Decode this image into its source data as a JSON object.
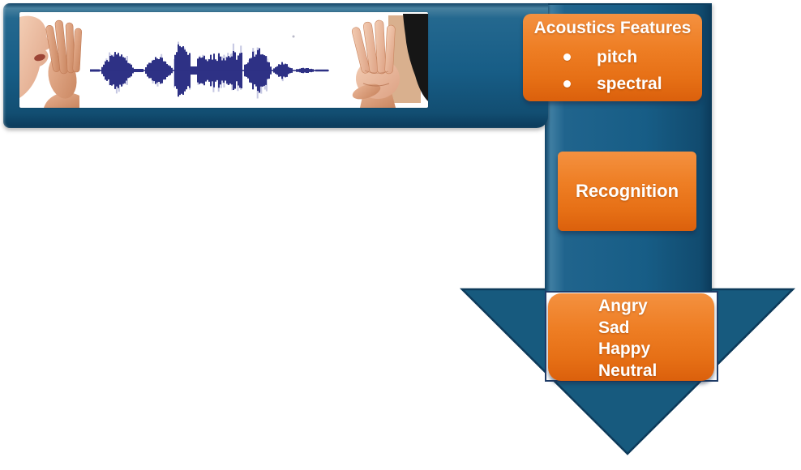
{
  "diagram": {
    "speech_panel": {
      "icons": [
        "speaking-person",
        "audio-waveform",
        "hand-to-ear"
      ]
    },
    "acoustics_box": {
      "title": "Acoustics Features",
      "bullets": [
        "pitch",
        "spectral"
      ]
    },
    "recognition_box": {
      "label": "Recognition"
    },
    "emotions_box": {
      "items": [
        "Angry",
        "Sad",
        "Happy",
        "Neutral"
      ]
    },
    "colors": {
      "flow_blue": "#175D86",
      "arrow_blue": "#175A7E",
      "box_orange": "#EE7E24",
      "waveform_ink": "#2E3185",
      "backdrop_border_navy": "#1F3C68",
      "text": "#FFFFFF"
    }
  }
}
